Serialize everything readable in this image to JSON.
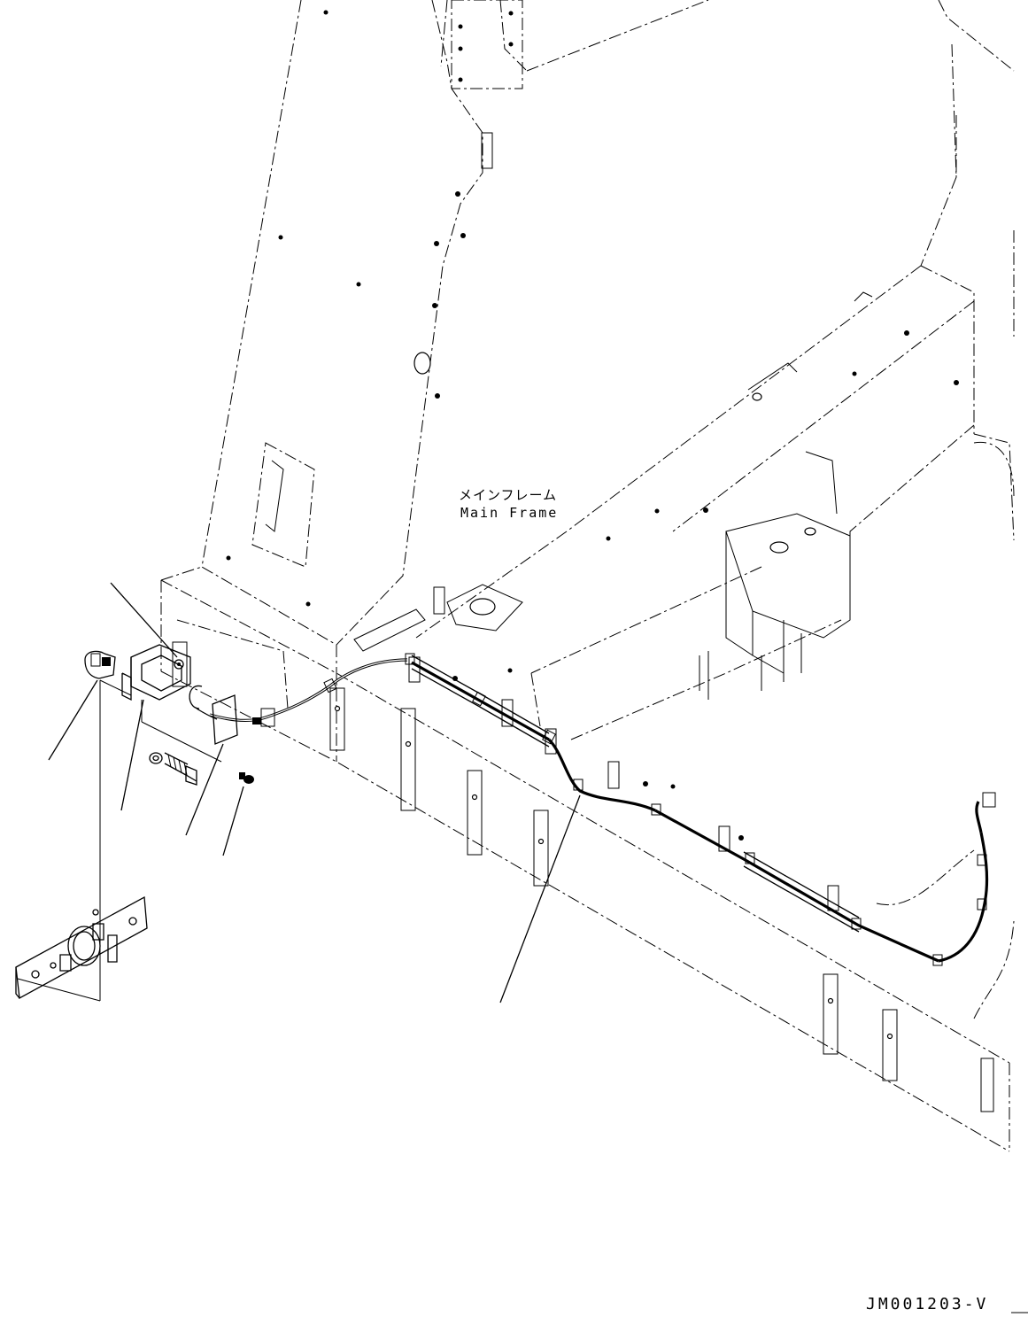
{
  "frame_label": {
    "japanese": "メインフレーム",
    "english": "Main Frame"
  },
  "drawing_code": "JM001203-V"
}
